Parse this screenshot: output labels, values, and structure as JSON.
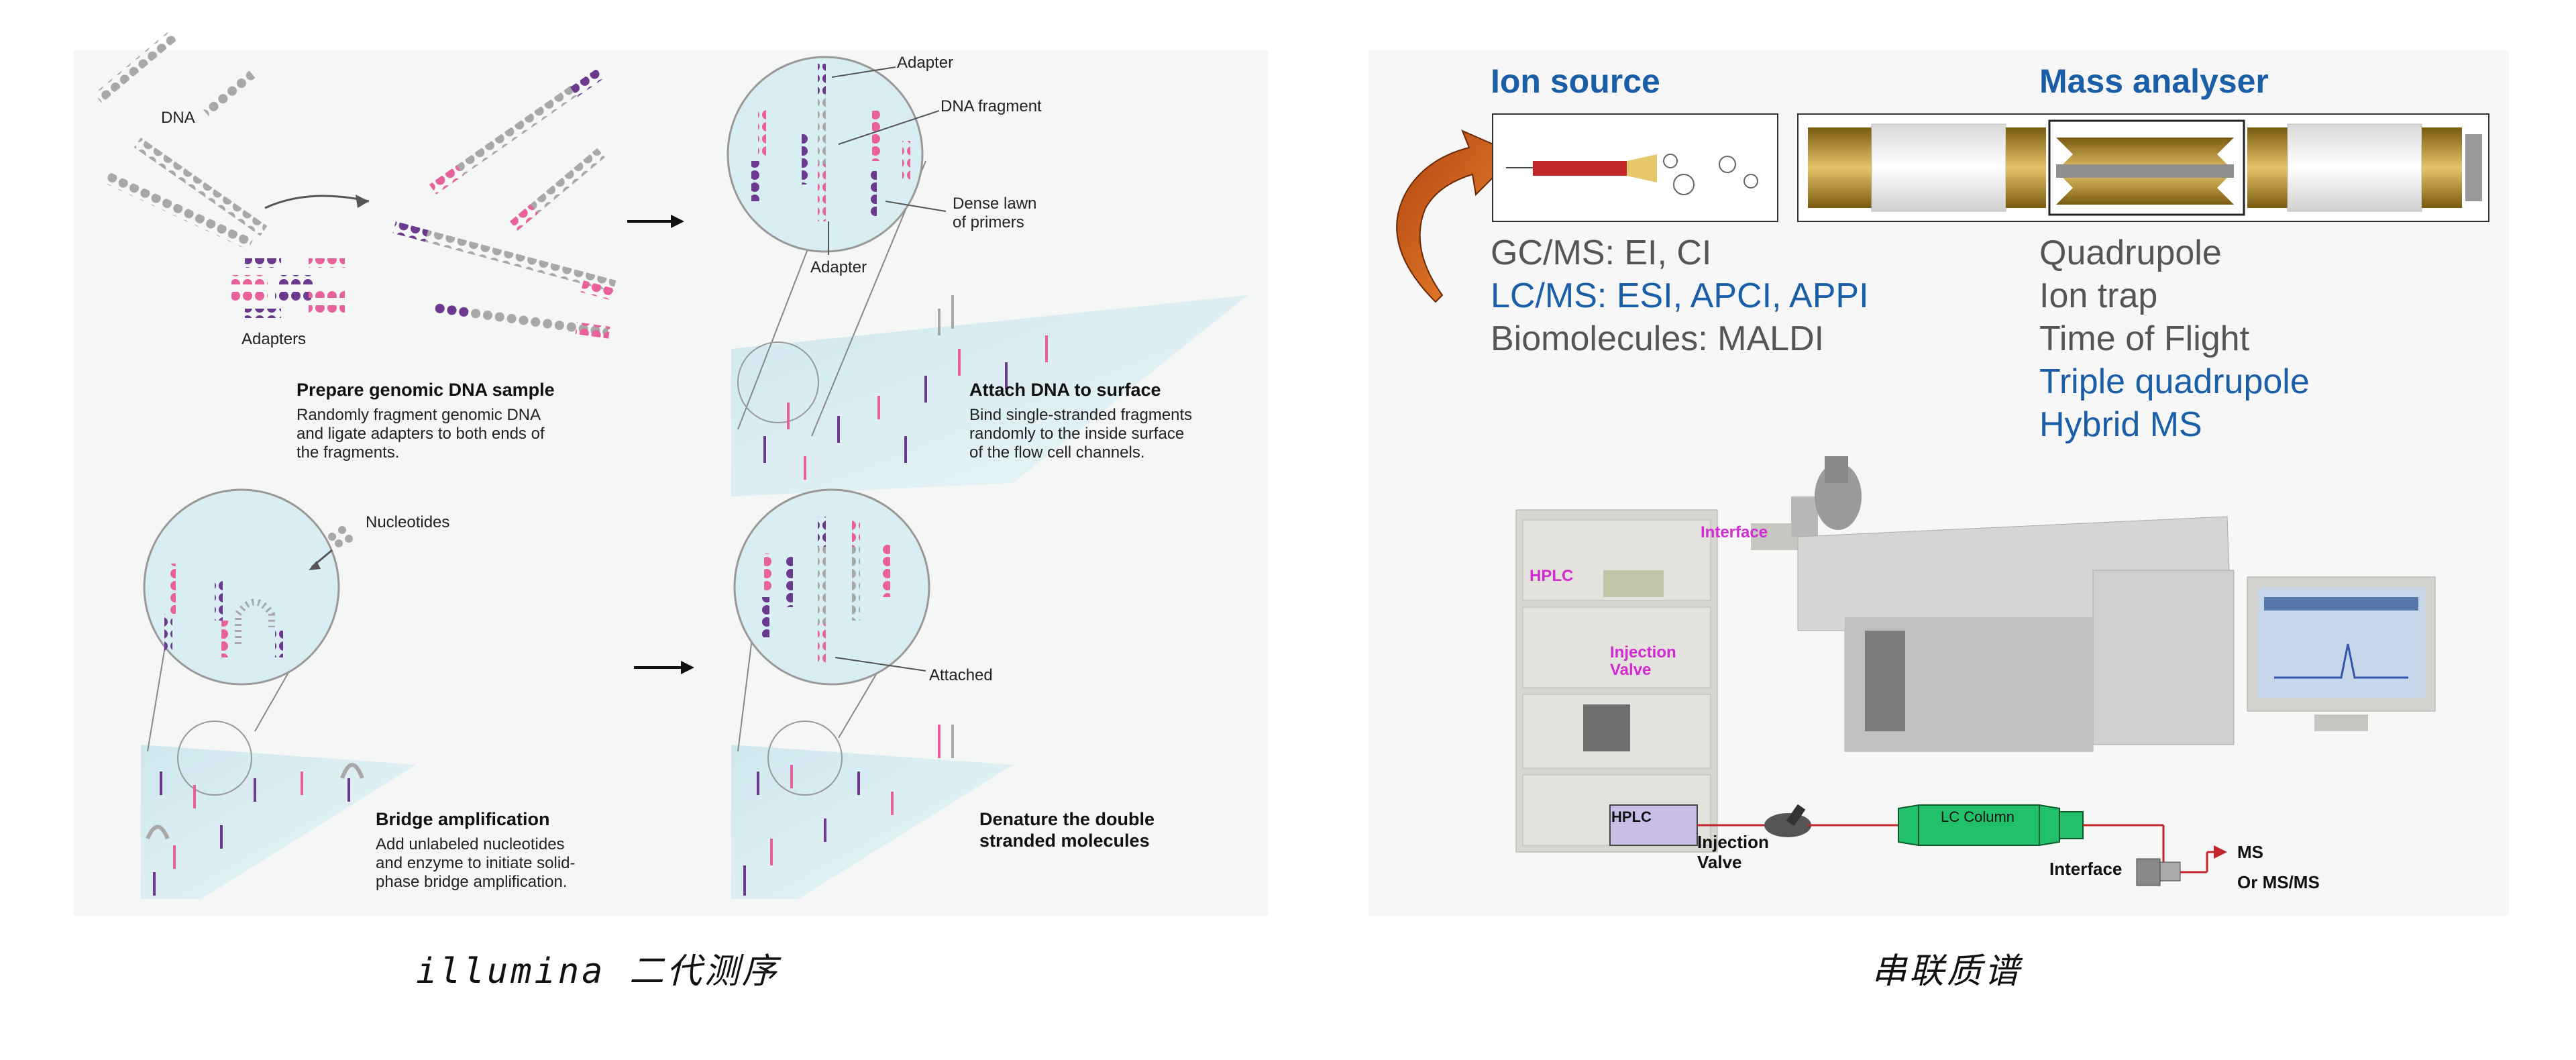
{
  "left": {
    "labels": {
      "dna": "DNA",
      "adapters": "Adapters",
      "adapter_top": "Adapter",
      "dna_fragment": "DNA fragment",
      "dense_lawn": "Dense lawn\nof primers",
      "adapter_bottom": "Adapter",
      "nucleotides": "Nucleotides",
      "attached": "Attached"
    },
    "steps": [
      {
        "title": "Prepare genomic DNA sample",
        "desc": "Randomly fragment genomic DNA\nand ligate adapters to both ends of\nthe fragments."
      },
      {
        "title": "Attach DNA to surface",
        "desc": "Bind single-stranded fragments\nrandomly to the inside surface\nof the flow cell channels."
      },
      {
        "title": "Bridge amplification",
        "desc": "Add unlabeled nucleotides\nand enzyme to initiate solid-\nphase bridge amplification."
      },
      {
        "title": "Denature the double\nstranded molecules",
        "desc": ""
      }
    ],
    "caption": "illumina 二代测序"
  },
  "right": {
    "ion_source_title": "Ion source",
    "mass_analyser_title": "Mass analyser",
    "ion_sources": [
      {
        "text": "GC/MS: EI, CI",
        "color": "#555555"
      },
      {
        "text": "LC/MS: ESI, APCI, APPI",
        "color": "#1a5ea8"
      },
      {
        "text": "Biomolecules: MALDI",
        "color": "#555555"
      }
    ],
    "analysers": [
      {
        "text": "Quadrupole",
        "color": "#555555"
      },
      {
        "text": "Ion trap",
        "color": "#555555"
      },
      {
        "text": "Time of Flight",
        "color": "#555555"
      },
      {
        "text": "Triple quadrupole",
        "color": "#1a5ea8"
      },
      {
        "text": "Hybrid MS",
        "color": "#1a5ea8"
      }
    ],
    "instrument_labels": {
      "interface": "Interface",
      "hplc": "HPLC",
      "injection_valve": "Injection\nValve"
    },
    "flow": {
      "hplc": "HPLC",
      "injection_valve": "Injection\nValve",
      "lc_column": "LC Column",
      "interface": "Interface",
      "ms": "MS",
      "or_msms": "Or MS/MS"
    },
    "caption": "串联质谱"
  },
  "colors": {
    "pink": "#e8619b",
    "purple": "#6b3a8e",
    "gray": "#a8a8a8",
    "blue": "#1a5ea8",
    "magenta": "#d12ad1"
  }
}
